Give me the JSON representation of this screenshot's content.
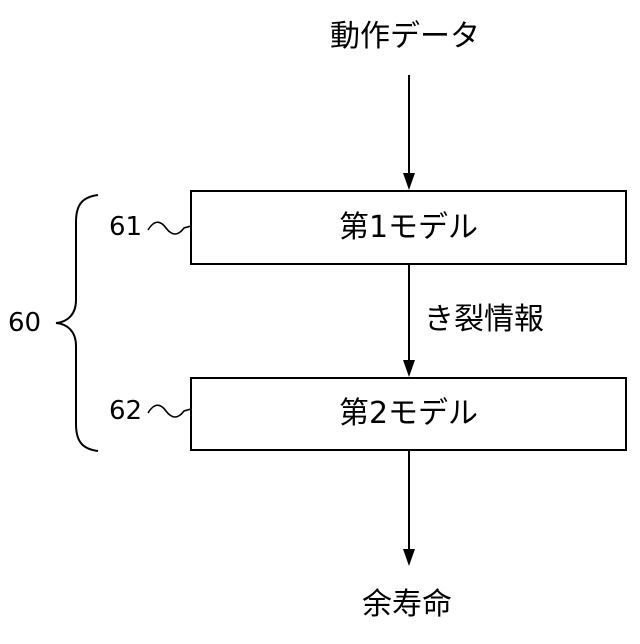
{
  "input_label": "動作データ",
  "output_label": "余寿命",
  "model1": {
    "label": "第1モデル",
    "ref": "61"
  },
  "model2": {
    "label": "第2モデル",
    "ref": "62"
  },
  "intermediate_label": "き裂情報",
  "group_ref": "60"
}
